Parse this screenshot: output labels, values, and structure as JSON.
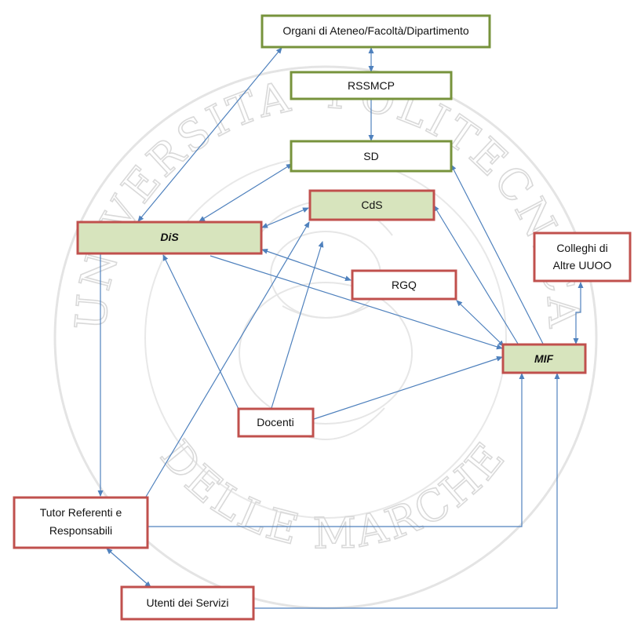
{
  "nodes": {
    "organi": {
      "label": "Organi di Ateneo/Facoltà/Dipartimento",
      "fill": "#ffffff",
      "stroke": "#77933c"
    },
    "rssmcp": {
      "label": "RSSMCP",
      "fill": "#ffffff",
      "stroke": "#77933c"
    },
    "sd": {
      "label": "SD",
      "fill": "#ffffff",
      "stroke": "#77933c"
    },
    "cds": {
      "label": "CdS",
      "fill": "#d7e4bd",
      "stroke": "#c0504d"
    },
    "dis": {
      "label": "DiS",
      "fill": "#d7e4bd",
      "stroke": "#c0504d"
    },
    "colleghi": {
      "lines": [
        "Colleghi di",
        "Altre UUOO"
      ],
      "fill": "#ffffff",
      "stroke": "#c0504d"
    },
    "rgq": {
      "label": "RGQ",
      "fill": "#ffffff",
      "stroke": "#c0504d"
    },
    "mif": {
      "label": "MIF",
      "fill": "#d7e4bd",
      "stroke": "#c0504d"
    },
    "docenti": {
      "label": "Docenti",
      "fill": "#ffffff",
      "stroke": "#c0504d"
    },
    "tutor": {
      "lines": [
        "Tutor Referenti e",
        "Responsabili"
      ],
      "fill": "#ffffff",
      "stroke": "#c0504d"
    },
    "utenti": {
      "label": "Utenti dei Servizi",
      "fill": "#ffffff",
      "stroke": "#c0504d"
    }
  },
  "arrow_color": "#4f81bd",
  "watermark": {
    "top_text": "UNIVERSITA' POLITECNICA",
    "bottom_text": "DELLE MARCHE",
    "color": "#d9d9d9"
  }
}
